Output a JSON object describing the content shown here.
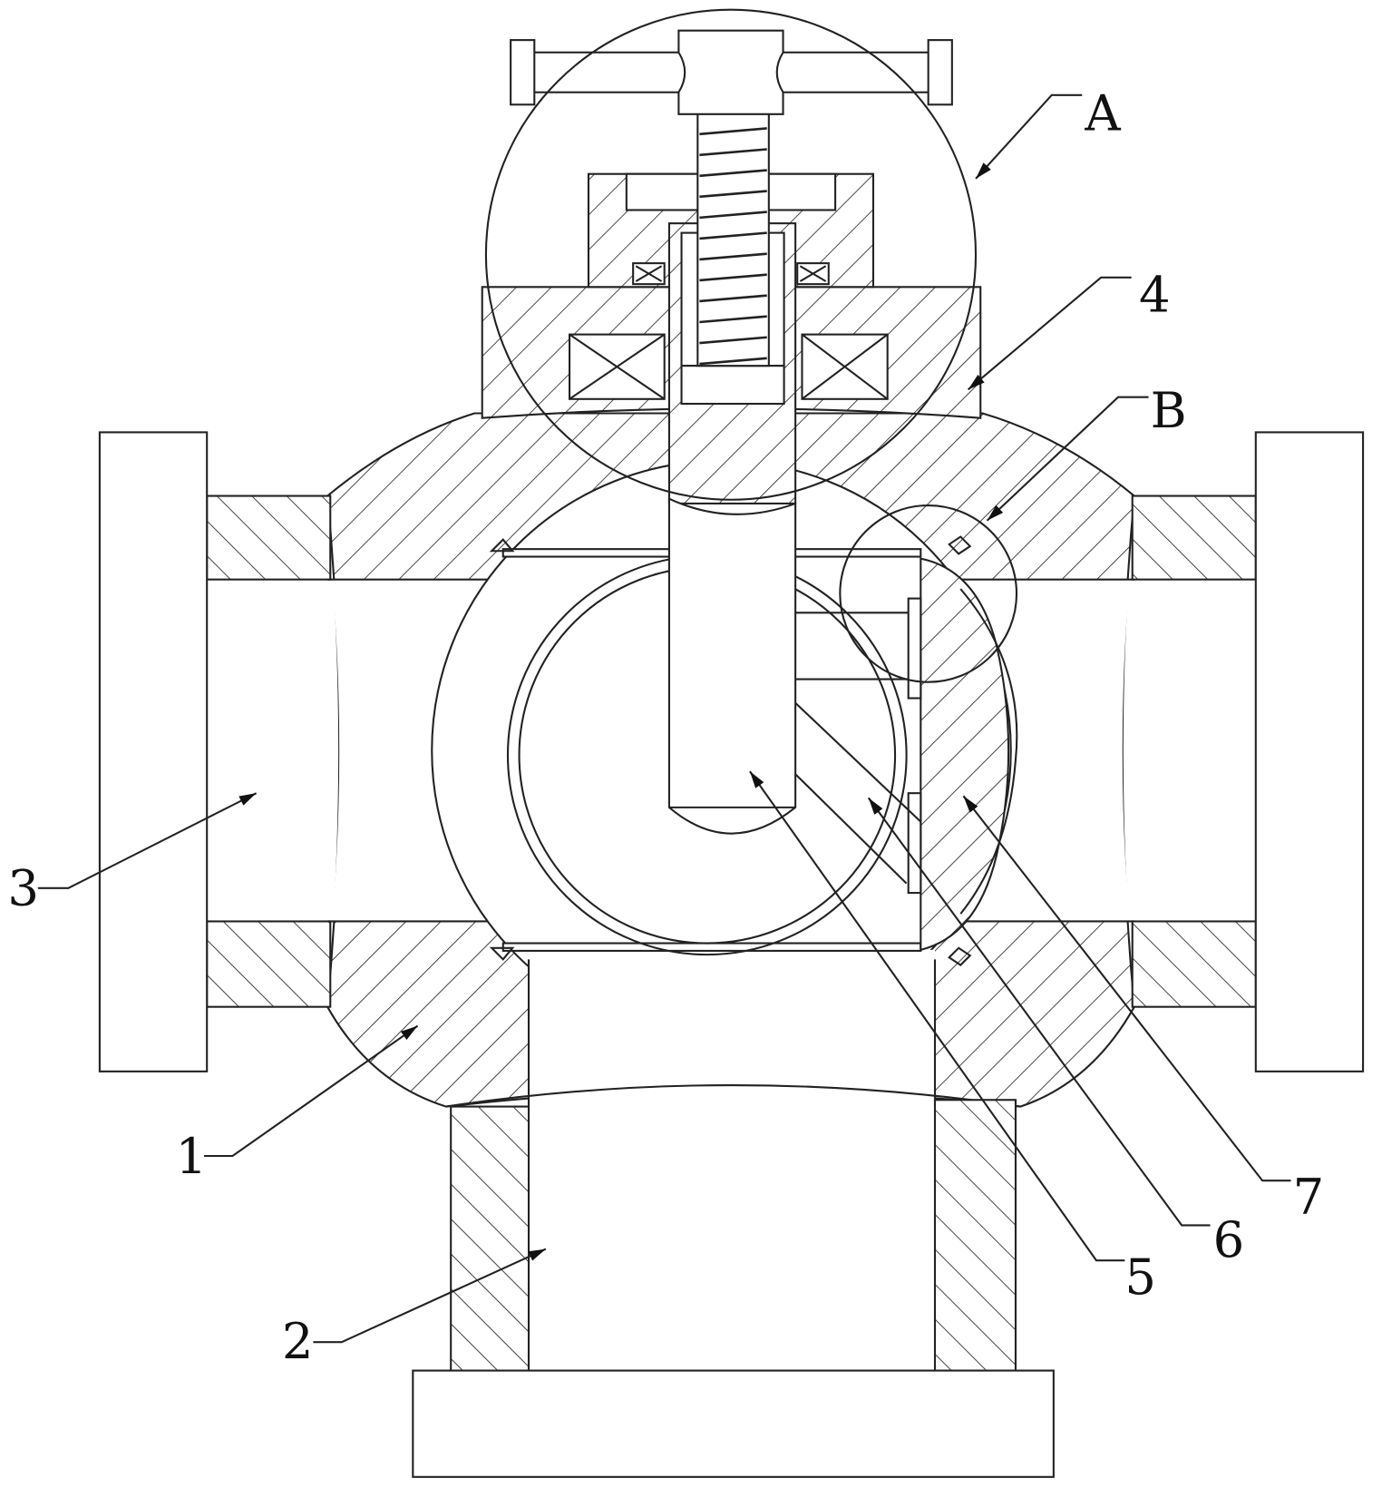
{
  "figure": {
    "type": "patent cross-section drawing of a three-way valve",
    "line_color": "#222222",
    "background": "#ffffff"
  },
  "labels": {
    "A": "A",
    "B": "B",
    "n1": "1",
    "n2": "2",
    "n3": "3",
    "n4": "4",
    "n5": "5",
    "n6": "6",
    "n7": "7"
  }
}
